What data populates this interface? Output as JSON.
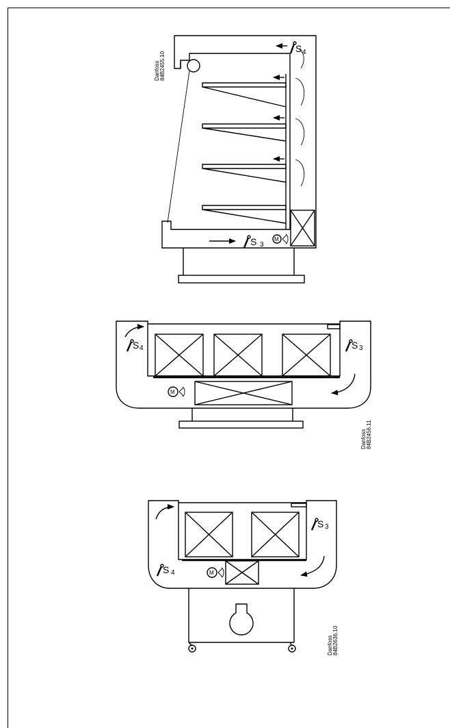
{
  "diagram_1": {
    "brand": "Danfoss",
    "code": "84B2455.10",
    "sensor_top": {
      "letter": "S",
      "index": "4"
    },
    "sensor_bottom": {
      "letter": "S",
      "index": "3"
    },
    "motor_letter": "M"
  },
  "diagram_2": {
    "brand": "Danfoss",
    "code": "84B2456.11",
    "sensor_left": {
      "letter": "S",
      "index": "4"
    },
    "sensor_right": {
      "letter": "S",
      "index": "3"
    },
    "motor_letter": "M"
  },
  "diagram_3": {
    "brand": "Danfoss",
    "code": "84B2636.10",
    "sensor_right": {
      "letter": "S",
      "index": "3"
    },
    "sensor_left": {
      "letter": "S",
      "index": "4"
    },
    "motor_letter": "M"
  }
}
